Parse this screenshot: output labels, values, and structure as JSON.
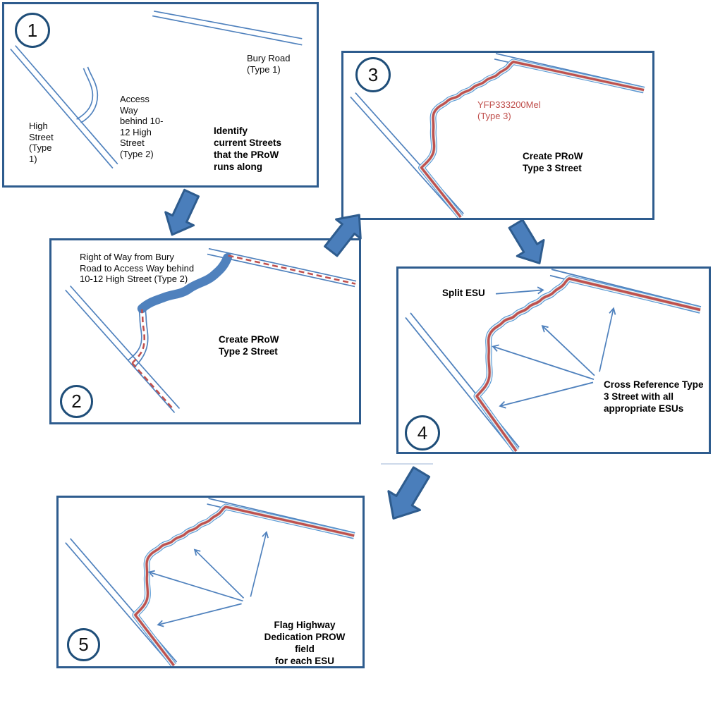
{
  "diagram": {
    "colors": {
      "panel_border": "#2E5C8E",
      "circle_stroke": "#1F4E79",
      "road_blue": "#4F81BD",
      "route_red": "#C0504D",
      "highlight_band": "#4F81BD",
      "block_arrow_fill": "#4A7EBB",
      "block_arrow_outline": "#2E5C8E",
      "text_black": "#000000"
    },
    "panels": [
      {
        "number": "1",
        "labels": {
          "bury_road": "Bury Road\n(Type 1)",
          "high_street": "High\nStreet\n(Type\n1)",
          "access_way": "Access\nWay\nbehind 10-\n12 High\nStreet\n(Type 2)",
          "instruction": "Identify\ncurrent Streets\nthat the PRoW\nruns along"
        }
      },
      {
        "number": "2",
        "labels": {
          "right_of_way": "Right of Way from Bury\nRoad to Access Way behind\n10-12 High Street (Type 2)",
          "instruction": "Create PRoW\nType 2 Street"
        }
      },
      {
        "number": "3",
        "labels": {
          "street_ref": "YFP333200Mel\n(Type 3)",
          "instruction": "Create PRoW\nType 3 Street"
        }
      },
      {
        "number": "4",
        "labels": {
          "split_esu": "Split ESU",
          "cross_reference": "Cross Reference Type\n3 Street with all\nappropriate ESUs"
        }
      },
      {
        "number": "5",
        "labels": {
          "flag": "Flag Highway\nDedication PROW field\nfor each ESU"
        }
      }
    ]
  }
}
